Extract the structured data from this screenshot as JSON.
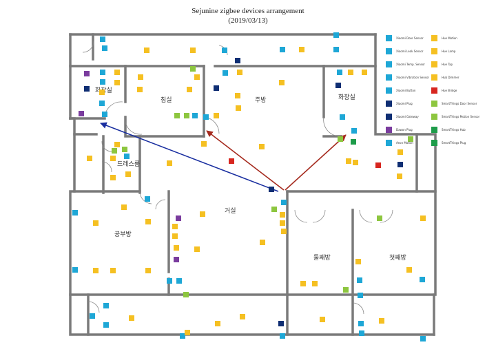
{
  "title": {
    "line1": "Sejunine zigbee devices arrangement",
    "line2": "(2019/03/13)"
  },
  "rooms": {
    "bathroom_left": "화장실",
    "bedroom": "침실",
    "kitchen": "주방",
    "bathroom_right": "화장실",
    "dressroom": "드레스룸",
    "living": "거실",
    "study": "공부방",
    "second_room": "둘째방",
    "first_room": "첫째방"
  },
  "colors": {
    "door_sensor": "#1ea7d6",
    "leak_sensor": "#1ea7d6",
    "temp_sensor": "#1ea7d6",
    "vibration_sensor": "#1ea7d6",
    "button": "#1ea7d6",
    "aqara_plug": "#0f2e73",
    "gateway": "#0f2e73",
    "dawon_plug": "#7a3c9e",
    "aeon_motion": "#1ea7d6",
    "hue_motion": "#f5c022",
    "hue_lamp": "#f5c022",
    "hue_tap": "#f5c022",
    "hue_dimmer": "#f5c022",
    "hue_bridge": "#d7261f",
    "st_door": "#8dc63f",
    "st_motion": "#8dc63f",
    "st_hub": "#1e9c4a",
    "st_plug": "#1e9c4a",
    "arrow_blue": "#1a2fa0",
    "arrow_red": "#a52a1e",
    "wall": "#7a7a7a"
  },
  "legend": [
    {
      "code": "DS",
      "label": "Xiaomi Door Sensor",
      "color": "#1ea7d6"
    },
    {
      "code": "HM",
      "label": "Hue Motion",
      "color": "#f5c022"
    },
    {
      "code": "LS",
      "label": "Xiaomi Leak Sensor",
      "color": "#1ea7d6"
    },
    {
      "code": "HL",
      "label": "Hue Lamp",
      "color": "#f5c022"
    },
    {
      "code": "TS",
      "label": "Xiaomi Temp. Sensor",
      "color": "#1ea7d6"
    },
    {
      "code": "HT",
      "label": "Hue Tap",
      "color": "#f5c022"
    },
    {
      "code": "VS",
      "label": "Xiaomi Vibration Sensor",
      "color": "#1ea7d6"
    },
    {
      "code": "HD",
      "label": "Hub Dimmer",
      "color": "#f5c022"
    },
    {
      "code": "BT",
      "label": "Xiaomi Button",
      "color": "#1ea7d6"
    },
    {
      "code": "HB",
      "label": "Hue Bridge",
      "color": "#d7261f"
    },
    {
      "code": "XP",
      "label": "Xiaomi Plug",
      "color": "#0f2e73"
    },
    {
      "code": "SD",
      "label": "SmartThings Door Sensor",
      "color": "#8dc63f"
    },
    {
      "code": "GW",
      "label": "Xiaomi Gateway",
      "color": "#0f2e73"
    },
    {
      "code": "SM",
      "label": "SmartThings Motion Sensor",
      "color": "#8dc63f"
    },
    {
      "code": "DP",
      "label": "Dawon Plug",
      "color": "#7a3c9e"
    },
    {
      "code": "SH",
      "label": "SmartThings Hub",
      "color": "#1e9c4a"
    },
    {
      "code": "AM",
      "label": "Aeon Motion",
      "color": "#1ea7d6"
    },
    {
      "code": "SP",
      "label": "SmartThings Plug",
      "color": "#1e9c4a"
    }
  ]
}
